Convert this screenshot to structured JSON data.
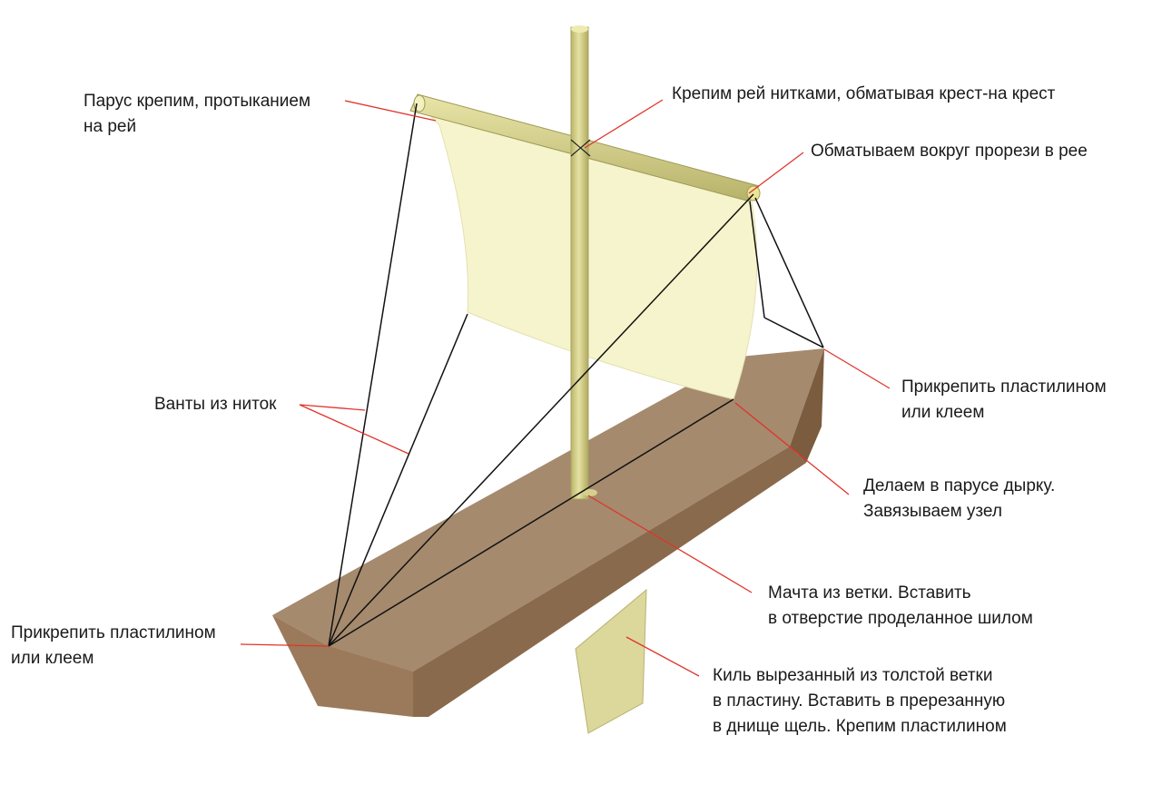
{
  "labels": {
    "sail_attach": {
      "line1": "Парус крепим, протыканием",
      "line2": "на рей"
    },
    "yard_attach": {
      "line1": "Крепим рей нитками, обматывая крест-на крест"
    },
    "wrap_slot": {
      "line1": "Обматываем вокруг прорези в рее"
    },
    "attach_right": {
      "line1": "Прикрепить пластилином",
      "line2": "или клеем"
    },
    "shrouds": {
      "line1": "Ванты из ниток"
    },
    "sail_hole": {
      "line1": "Делаем в парусе дырку.",
      "line2": "Завязываем узел"
    },
    "mast": {
      "line1": "Мачта из ветки.  Вставить",
      "line2": "в отверстие проделанное шилом"
    },
    "attach_left": {
      "line1": "Прикрепить пластилином",
      "line2": "или клеем"
    },
    "keel": {
      "line1": "Киль вырезанный из толстой ветки",
      "line2": "в пластину. Вставить в пререзанную",
      "line3": "в днище щель. Крепим пластилином"
    }
  },
  "colors": {
    "hull_top": "#a58a6e",
    "hull_side": "#8a6a4c",
    "hull_bow": "#7b5c3f",
    "sail": "#f6f4cc",
    "mast": "#d8d492",
    "keel": "#dcd79a",
    "leader": "#e0342a",
    "thread": "#111111"
  }
}
